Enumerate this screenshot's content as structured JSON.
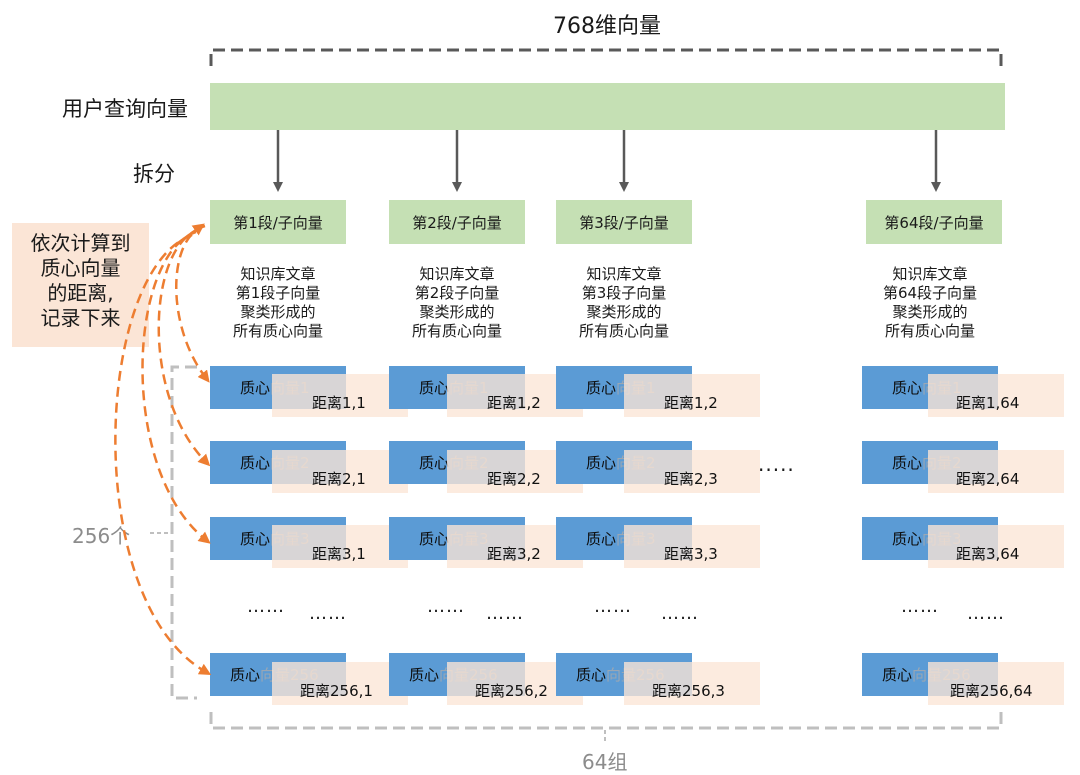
{
  "top_label": "768维向量",
  "bottom_label": "64组",
  "count_label": "256个",
  "query_label": "用户查询向量",
  "split_label": "拆分",
  "note_lines": [
    "依次计算到",
    "质心向量",
    "的距离,",
    "记录下来"
  ],
  "segments": [
    {
      "label": "第1段/子向量",
      "desc": [
        "知识库文章",
        "第1段子向量",
        "聚类形成的",
        "所有质心向量"
      ]
    },
    {
      "label": "第2段/子向量",
      "desc": [
        "知识库文章",
        "第2段子向量",
        "聚类形成的",
        "所有质心向量"
      ]
    },
    {
      "label": "第3段/子向量",
      "desc": [
        "知识库文章",
        "第3段子向量",
        "聚类形成的",
        "所有质心向量"
      ]
    },
    {
      "label": "第64段/子向量",
      "desc": [
        "知识库文章",
        "第64段子向量",
        "聚类形成的",
        "所有质心向量"
      ]
    }
  ],
  "centroid_prefix": "质心",
  "centroid_labels": [
    "质心向量1",
    "质心向量2",
    "质心向量3",
    "质心向量256"
  ],
  "distances": [
    [
      "距离1,1",
      "距离1,2",
      "距离1,2",
      "距离1,64"
    ],
    [
      "距离2,1",
      "距离2,2",
      "距离2,3",
      "距离2,64"
    ],
    [
      "距离3,1",
      "距离3,2",
      "距离3,3",
      "距离3,64"
    ],
    [
      "距离256,1",
      "距离256,2",
      "距离256,3",
      "距离256,64"
    ]
  ],
  "ellipsis": "……",
  "ellipsis_mid": "·····",
  "colors": {
    "green": "#c5e0b4",
    "blue": "#5b9bd5",
    "peach": "#fbe5d6",
    "orange": "#ed7d31",
    "gray": "#a6a6a6"
  }
}
